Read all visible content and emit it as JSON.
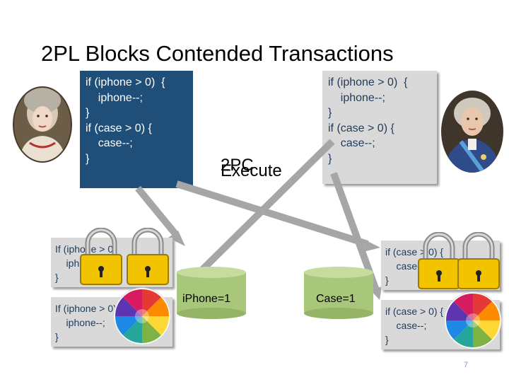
{
  "slide": {
    "title": "2PL Blocks Contended Transactions",
    "page_number": "7",
    "overlap_labels": {
      "a": "2PC",
      "b": "Execute"
    }
  },
  "left_txn": {
    "lines": [
      "if (iphone > 0)  {",
      "    iphone--;",
      "}",
      "if (case > 0) {",
      "    case--;",
      "}"
    ]
  },
  "right_txn": {
    "lines": [
      "if (iphone > 0)  {",
      "    iphone--;",
      "}",
      "if (case > 0) {",
      "    case--;",
      "}"
    ]
  },
  "iphone_shard": {
    "label": "iPhone=1",
    "txn1": {
      "lines": [
        "If (iphone > 0)",
        "    ipho",
        "}"
      ]
    },
    "txn2": {
      "lines": [
        "If (iphone > 0)",
        "    iphone--;",
        "}"
      ]
    }
  },
  "case_shard": {
    "label": "Case=1",
    "txn1": {
      "lines": [
        "if (case > 0) {",
        "    case--;",
        "}"
      ]
    },
    "txn2": {
      "lines": [
        "if (case > 0) {",
        "    case--;",
        "}"
      ]
    }
  },
  "colors": {
    "dark_box": "#1f4e79",
    "light_box": "#d9d9d9",
    "arrow": "#a6a6a6",
    "cylinder": "#a9c77b",
    "lock_body": "#f2c400"
  }
}
